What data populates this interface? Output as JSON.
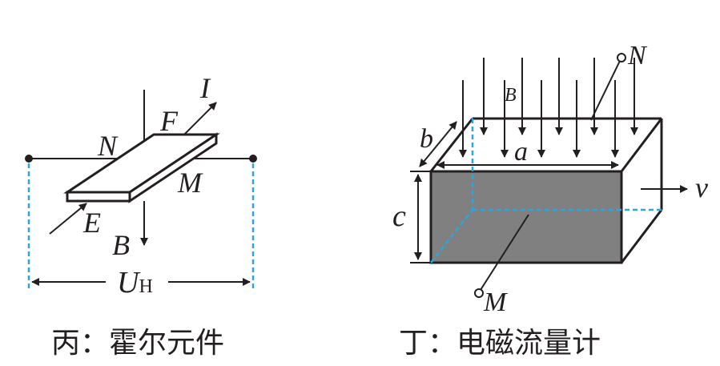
{
  "colors": {
    "ink": "#231f20",
    "dashed": "#29a8e0",
    "block": "#808080"
  },
  "left": {
    "labels": {
      "I": "I",
      "F": "F",
      "N": "N",
      "M": "M",
      "E": "E",
      "B": "B",
      "U": "U",
      "U_sub": "H"
    },
    "caption": "丙：霍尔元件"
  },
  "right": {
    "labels": {
      "N": "N",
      "B": "B",
      "b": "b",
      "a": "a",
      "v": "v",
      "c": "c",
      "M": "M"
    },
    "caption": "丁：电磁流量计"
  }
}
